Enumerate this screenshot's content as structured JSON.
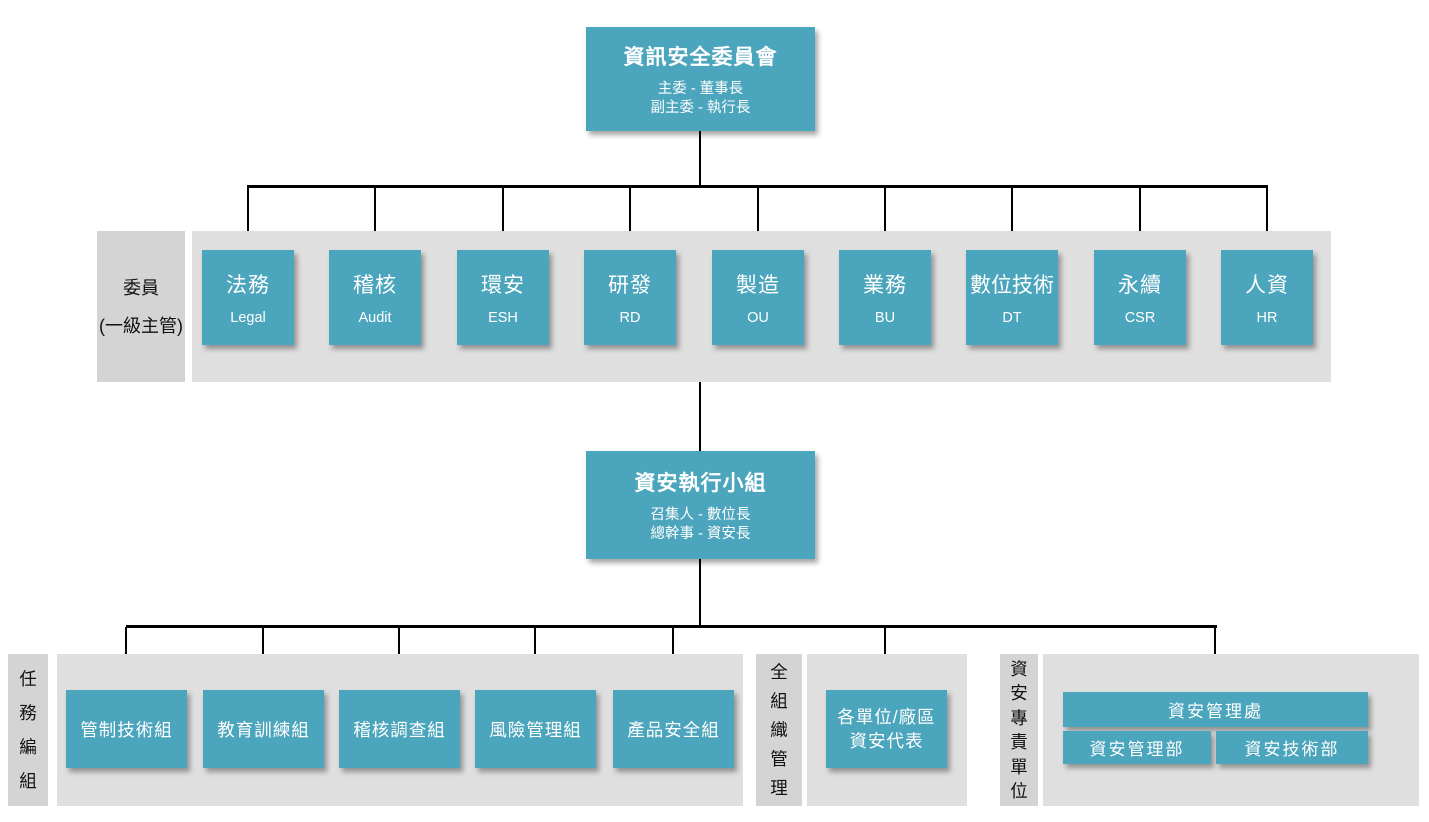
{
  "colors": {
    "box": "#4BA5BC",
    "band": "#DFDFDF",
    "label_band": "#D4D4D4",
    "connector": "#000000",
    "box_text": "#FFFFFF",
    "label_text": "#111111"
  },
  "committee": {
    "title": "資訊安全委員會",
    "subtitle_lines": [
      "主委 - 董事長",
      "副主委 - 執行長"
    ]
  },
  "members_band": {
    "label_line1": "委員",
    "label_line2": "(一級主管)",
    "departments": [
      {
        "zh": "法務",
        "en": "Legal"
      },
      {
        "zh": "稽核",
        "en": "Audit"
      },
      {
        "zh": "環安",
        "en": "ESH"
      },
      {
        "zh": "研發",
        "en": "RD"
      },
      {
        "zh": "製造",
        "en": "OU"
      },
      {
        "zh": "業務",
        "en": "BU"
      },
      {
        "zh": "數位技術",
        "en": "DT"
      },
      {
        "zh": "永續",
        "en": "CSR"
      },
      {
        "zh": "人資",
        "en": "HR"
      }
    ]
  },
  "exec_group": {
    "title": "資安執行小組",
    "subtitle_lines": [
      "召集人 - 數位長",
      "總幹事 - 資安長"
    ]
  },
  "task_section": {
    "label": "任務編組",
    "teams": [
      "管制技術組",
      "教育訓練組",
      "稽核調查組",
      "風險管理組",
      "產品安全組"
    ]
  },
  "org_wide_section": {
    "label": "全組織管理",
    "rep_box_lines": [
      "各單位/廠區",
      "資安代表"
    ]
  },
  "dedicated_section": {
    "label": "資安專責單位",
    "office": "資安管理處",
    "departments": [
      "資安管理部",
      "資安技術部"
    ]
  }
}
